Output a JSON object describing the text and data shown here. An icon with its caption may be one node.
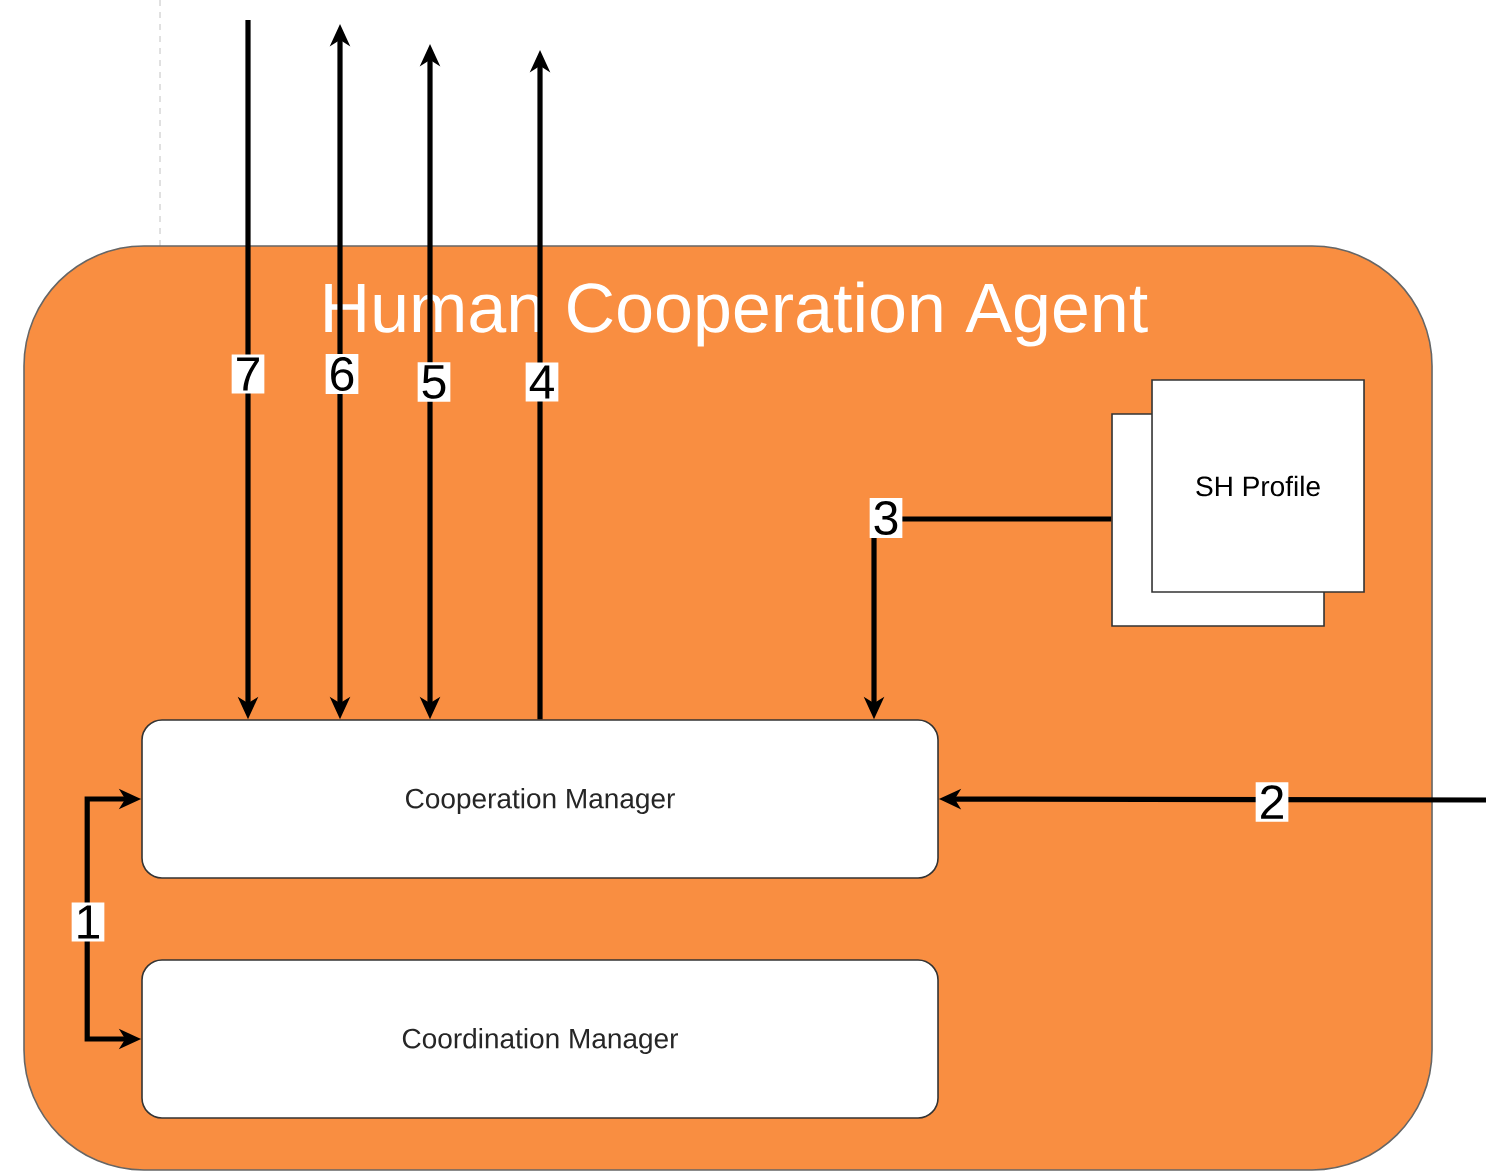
{
  "diagram": {
    "nodes": [
      {
        "text": [
          "Human Cooperation Agent"
        ]
      },
      {
        "text": [
          "Cooperation Manager"
        ],
        "in": 0
      },
      {
        "text": [
          "Coordination Manager"
        ],
        "in": 0
      },
      {
        "text": [
          "SH Profile"
        ],
        "in": 0
      }
    ],
    "edges": [
      {
        "from": 1,
        "to": 2,
        "arrow": "both",
        "label": "1"
      },
      {
        "from": null,
        "to": 1,
        "arrow": "to",
        "label": "2"
      },
      {
        "from": 3,
        "to": 1,
        "arrow": "to",
        "label": "3"
      },
      {
        "from": 1,
        "to": null,
        "arrow": "to",
        "label": "4"
      },
      {
        "from": null,
        "to": 1,
        "arrow": "both",
        "label": "5"
      },
      {
        "from": null,
        "to": 1,
        "arrow": "both",
        "label": "6"
      },
      {
        "from": null,
        "to": 1,
        "arrow": "to",
        "label": "7"
      }
    ]
  }
}
